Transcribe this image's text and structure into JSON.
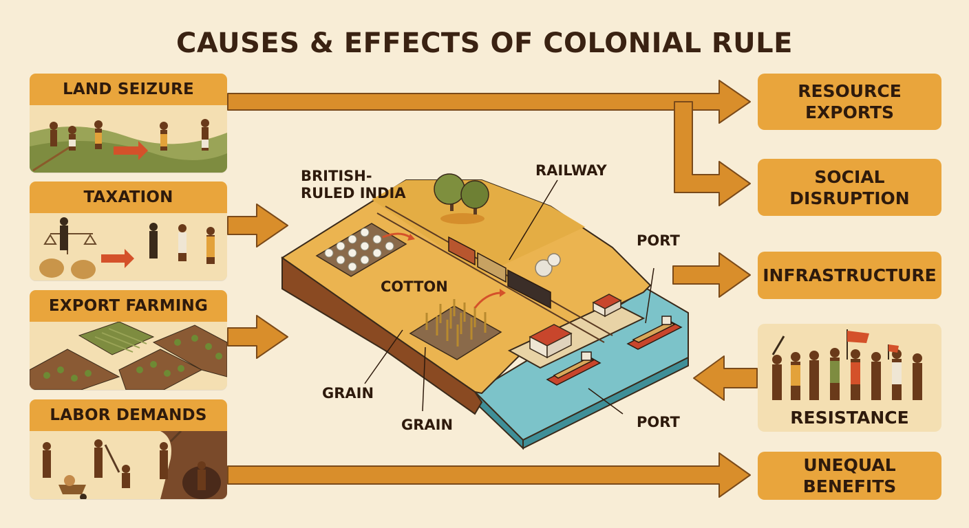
{
  "title": "CAUSES & EFFECTS OF COLONIAL RULE",
  "causes": [
    {
      "label": "LAND SEIZURE"
    },
    {
      "label": "TAXATION"
    },
    {
      "label": "EXPORT FARMING"
    },
    {
      "label": "LABOR DEMANDS"
    }
  ],
  "effects": [
    {
      "label": "RESOURCE\nEXPORTS"
    },
    {
      "label": "SOCIAL\nDISRUPTION"
    },
    {
      "label": "INFRASTRUCTURE"
    },
    {
      "label": "RESISTANCE"
    },
    {
      "label": "UNEQUAL BENEFITS"
    }
  ],
  "map": {
    "region": "BRITISH-\nRULED INDIA",
    "railway": "RAILWAY",
    "port_top": "PORT",
    "port_bottom": "PORT",
    "cotton": "COTTON",
    "grain_left": "GRAIN",
    "grain_bottom": "GRAIN"
  },
  "colors": {
    "background": "#f8edd6",
    "accent": "#e9a53c",
    "arrow": "#d98e2b",
    "panel": "#f4dfb2",
    "text": "#2e1a0c"
  }
}
